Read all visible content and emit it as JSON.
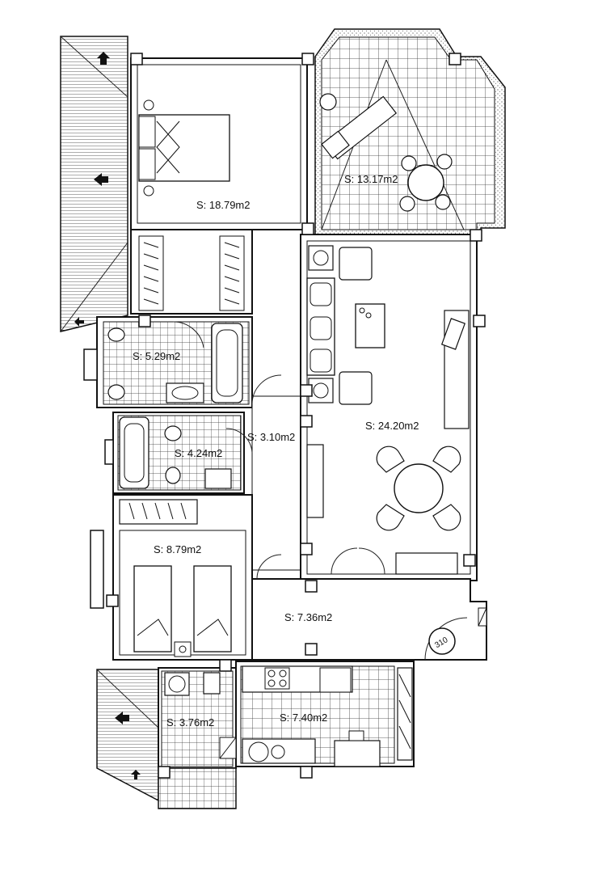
{
  "rooms": {
    "bedroom_master": {
      "area": "S: 18.79m2"
    },
    "terrace": {
      "area": "S: 13.17m2"
    },
    "bathroom_1": {
      "area": "S: 5.29m2"
    },
    "bathroom_2": {
      "area": "S: 4.24m2"
    },
    "hallway": {
      "area": "S: 3.10m2"
    },
    "living_room": {
      "area": "S: 24.20m2"
    },
    "bedroom_twin": {
      "area": "S: 8.79m2"
    },
    "entrance_hall": {
      "area": "S: 7.36m2"
    },
    "laundry": {
      "area": "S: 3.76m2"
    },
    "kitchen": {
      "area": "S: 7.40m2"
    }
  },
  "unit_number": "310",
  "colors": {
    "line": "#111111",
    "background": "#ffffff",
    "hatch": "#333333"
  }
}
